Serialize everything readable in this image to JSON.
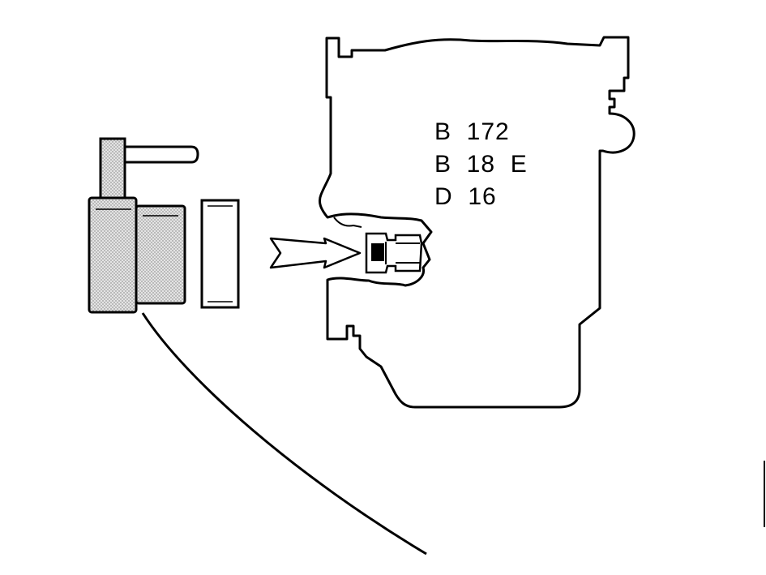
{
  "engine_codes": [
    {
      "text": "B  172"
    },
    {
      "text": "B  18  E"
    },
    {
      "text": "D  16"
    }
  ],
  "colors": {
    "line": "#000000",
    "fill_shaded": "#cfcfcf",
    "background": "#ffffff"
  },
  "icons": [
    "press-tool-icon",
    "seal-ring-icon",
    "direction-arrow-icon",
    "engine-block-outline",
    "crankshaft-seal-icon"
  ]
}
